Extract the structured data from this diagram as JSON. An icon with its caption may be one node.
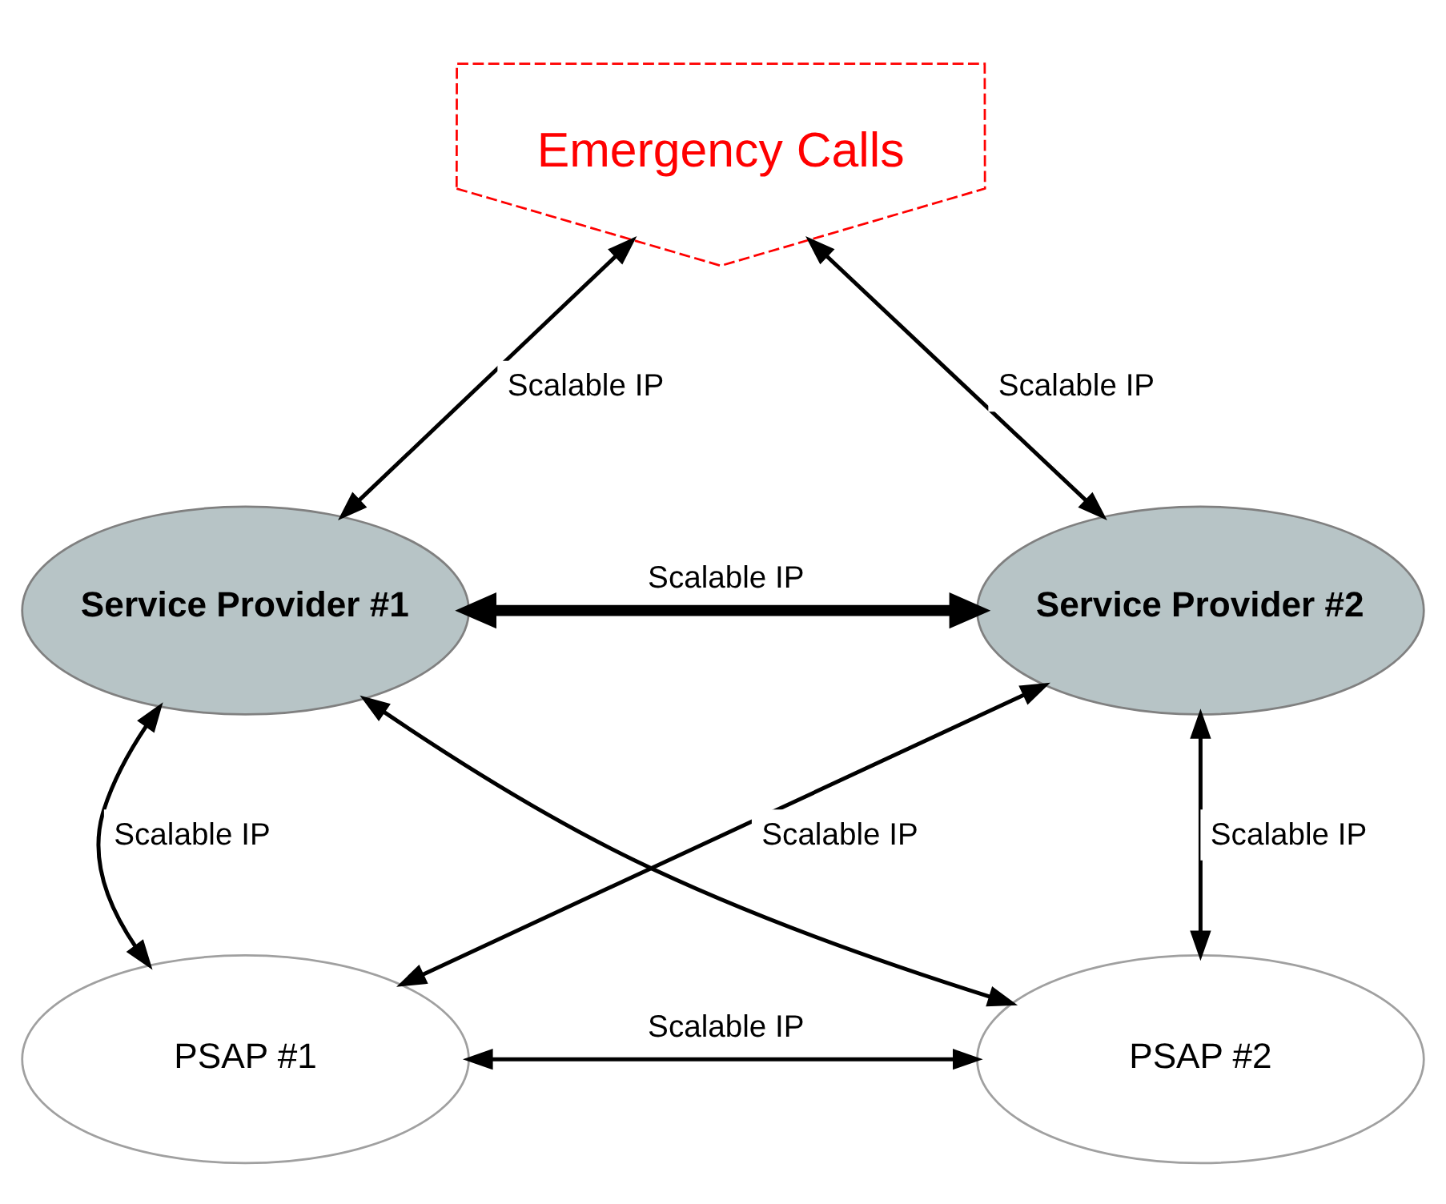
{
  "diagram": {
    "nodes": [
      {
        "text": [
          "Emergency Calls"
        ]
      },
      {
        "text": [
          "Service Provider #1"
        ]
      },
      {
        "text": [
          "Service Provider #2"
        ]
      },
      {
        "text": [
          "PSAP #1"
        ]
      },
      {
        "text": [
          "PSAP #2"
        ]
      }
    ],
    "edges": [
      {
        "from": 0,
        "to": 1,
        "arrow": "both",
        "label": "Scalable IP"
      },
      {
        "from": 0,
        "to": 2,
        "arrow": "both",
        "label": "Scalable IP"
      },
      {
        "from": 1,
        "to": 2,
        "arrow": "both",
        "label": "Scalable IP",
        "style": "thick"
      },
      {
        "from": 1,
        "to": 3,
        "arrow": "both",
        "label": "Scalable IP"
      },
      {
        "from": 2,
        "to": 4,
        "arrow": "both",
        "label": "Scalable IP"
      },
      {
        "from": 2,
        "to": 3,
        "arrow": "both",
        "label": "Scalable IP"
      },
      {
        "from": 1,
        "to": 4,
        "arrow": "both"
      },
      {
        "from": 3,
        "to": 4,
        "arrow": "both",
        "label": "Scalable IP"
      }
    ]
  }
}
